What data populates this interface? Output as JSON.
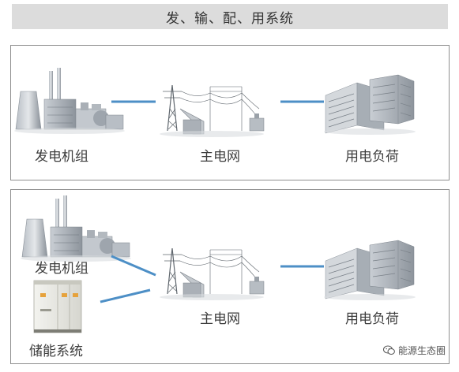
{
  "title": "发、输、配、用系统",
  "top_panel": {
    "generator_label": "发电机组",
    "grid_label": "主电网",
    "load_label": "用电负荷"
  },
  "bottom_panel": {
    "generator_label": "发电机组",
    "storage_label": "储能系统",
    "grid_label": "主电网",
    "load_label": "用电负荷"
  },
  "watermark": {
    "text": "能源生态圈",
    "icon": "wechat-icon"
  },
  "colors": {
    "connector": "#4d8fc6",
    "title_bg": "#dcdcdc",
    "panel_border": "#8f8f8f"
  }
}
